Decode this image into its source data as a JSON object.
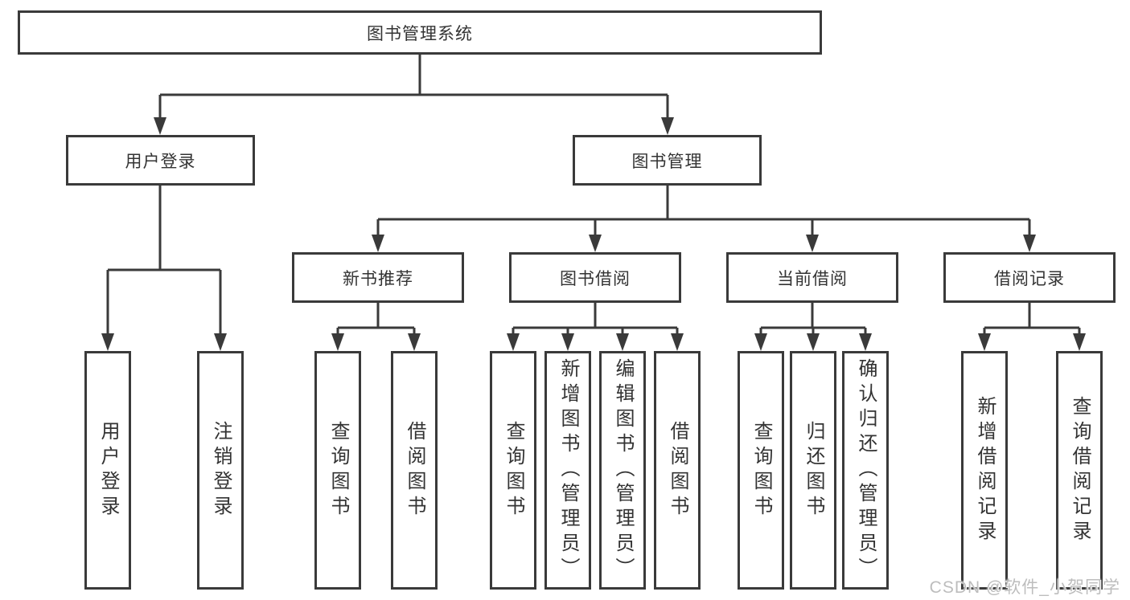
{
  "tree": {
    "root": {
      "label": "图书管理系统"
    },
    "level2": [
      {
        "label": "用户登录"
      },
      {
        "label": "图书管理"
      }
    ],
    "level3": [
      {
        "label": "新书推荐"
      },
      {
        "label": "图书借阅"
      },
      {
        "label": "当前借阅"
      },
      {
        "label": "借阅记录"
      }
    ],
    "leaves": [
      {
        "label": "用户登录",
        "parent": "用户登录"
      },
      {
        "label": "注销登录",
        "parent": "用户登录"
      },
      {
        "label": "查询图书",
        "parent": "新书推荐"
      },
      {
        "label": "借阅图书",
        "parent": "新书推荐"
      },
      {
        "label": "查询图书",
        "parent": "图书借阅"
      },
      {
        "label": "新增图书（管理员）",
        "parent": "图书借阅"
      },
      {
        "label": "编辑图书（管理员）",
        "parent": "图书借阅"
      },
      {
        "label": "借阅图书",
        "parent": "图书借阅"
      },
      {
        "label": "查询图书",
        "parent": "当前借阅"
      },
      {
        "label": "归还图书",
        "parent": "当前借阅"
      },
      {
        "label": "确认归还（管理员）",
        "parent": "当前借阅"
      },
      {
        "label": "新增借阅记录",
        "parent": "借阅记录"
      },
      {
        "label": "查询借阅记录",
        "parent": "借阅记录"
      }
    ]
  },
  "watermark": "CSDN @软件_小贺同学",
  "colors": {
    "line": "#3a3a3a",
    "text": "#333333",
    "watermark": "#bdbdbd",
    "background": "#ffffff"
  }
}
